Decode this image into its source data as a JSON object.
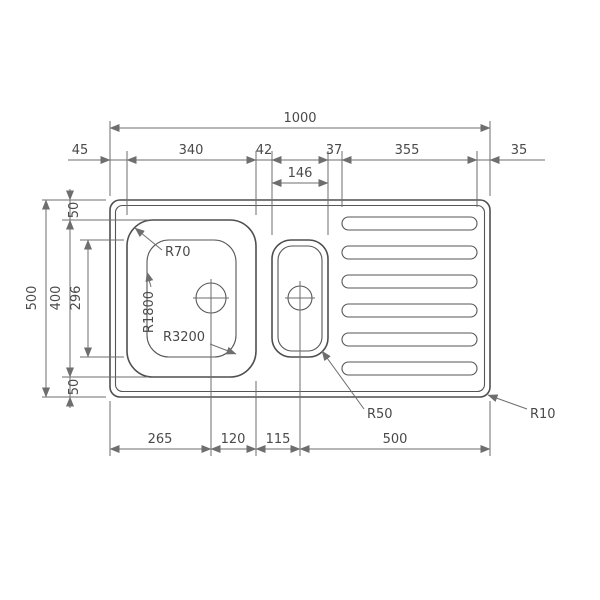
{
  "drawing_type": "technical-dimension-drawing-kitchen-sink",
  "dims": {
    "overall_width": "1000",
    "overall_height": "500",
    "top": {
      "a45": "45",
      "a340": "340",
      "a42": "42",
      "a37": "37",
      "a355": "355",
      "a35": "35",
      "a146": "146"
    },
    "left": {
      "t50": "50",
      "m400": "400",
      "inner296": "296",
      "b50": "50"
    },
    "bottom": {
      "a265": "265",
      "a120": "120",
      "a115": "115",
      "a500": "500"
    },
    "radii": {
      "r70": "R70",
      "r1800": "R1800",
      "r3200": "R3200",
      "r50": "R50",
      "r10": "R10"
    }
  }
}
